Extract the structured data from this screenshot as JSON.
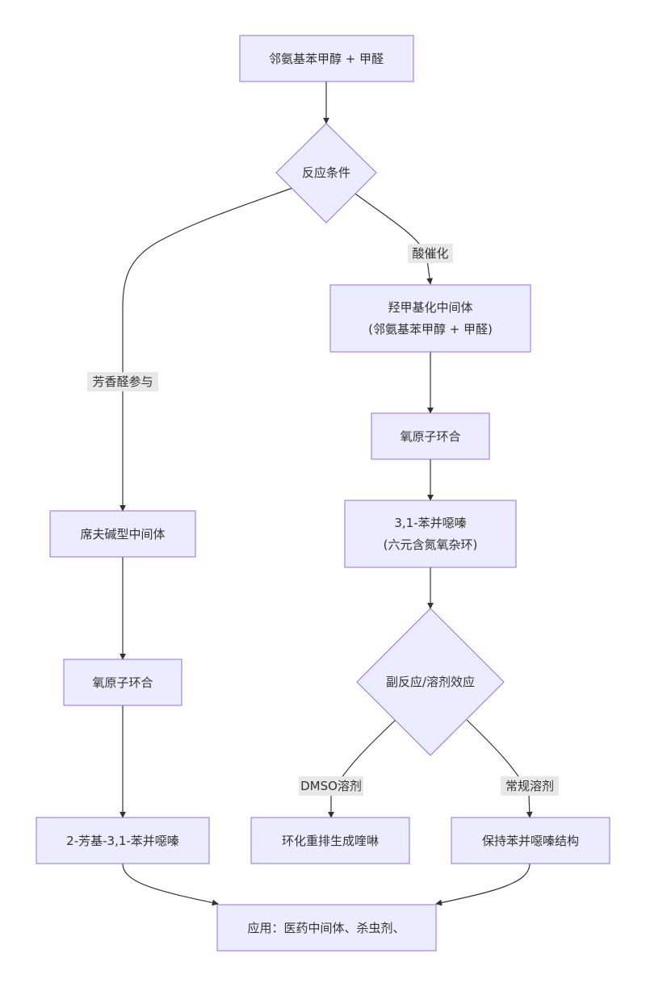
{
  "colors": {
    "node_fill": "#ECECFF",
    "node_stroke": "#9370DB",
    "edge": "#333333",
    "label_bg": "#E8E8E8",
    "text": "#333333"
  },
  "nodes": {
    "start": {
      "lines": [
        "邻氨基苯甲醇 + 甲醛"
      ]
    },
    "conditions": {
      "lines": [
        "反应条件"
      ]
    },
    "hydroxymethyl": {
      "lines": [
        "羟甲基化中间体",
        "(邻氨基苯甲醇 + 甲醛)"
      ]
    },
    "o_cyclize_right": {
      "lines": [
        "氧原子环合"
      ]
    },
    "benzoxazine": {
      "lines": [
        "3,1-苯并噁嗪",
        "(六元含氮氧杂环)"
      ]
    },
    "side_reaction": {
      "lines": [
        "副反应/溶剂效应"
      ]
    },
    "schiff": {
      "lines": [
        "席夫碱型中间体"
      ]
    },
    "o_cyclize_left": {
      "lines": [
        "氧原子环合"
      ]
    },
    "aryl_benzoxazine": {
      "lines": [
        "2-芳基-3,1-苯并噁嗪"
      ]
    },
    "quinazoline": {
      "lines": [
        "环化重排生成喹啉"
      ]
    },
    "keep_structure": {
      "lines": [
        "保持苯并噁嗪结构"
      ]
    },
    "applications": {
      "lines": [
        "应用：医药中间体、杀虫剂、"
      ]
    }
  },
  "edge_labels": {
    "acid": "酸催化",
    "aromatic_aldehyde": "芳香醛参与",
    "dmso": "DMSO溶剂",
    "normal_solvent": "常规溶剂"
  }
}
